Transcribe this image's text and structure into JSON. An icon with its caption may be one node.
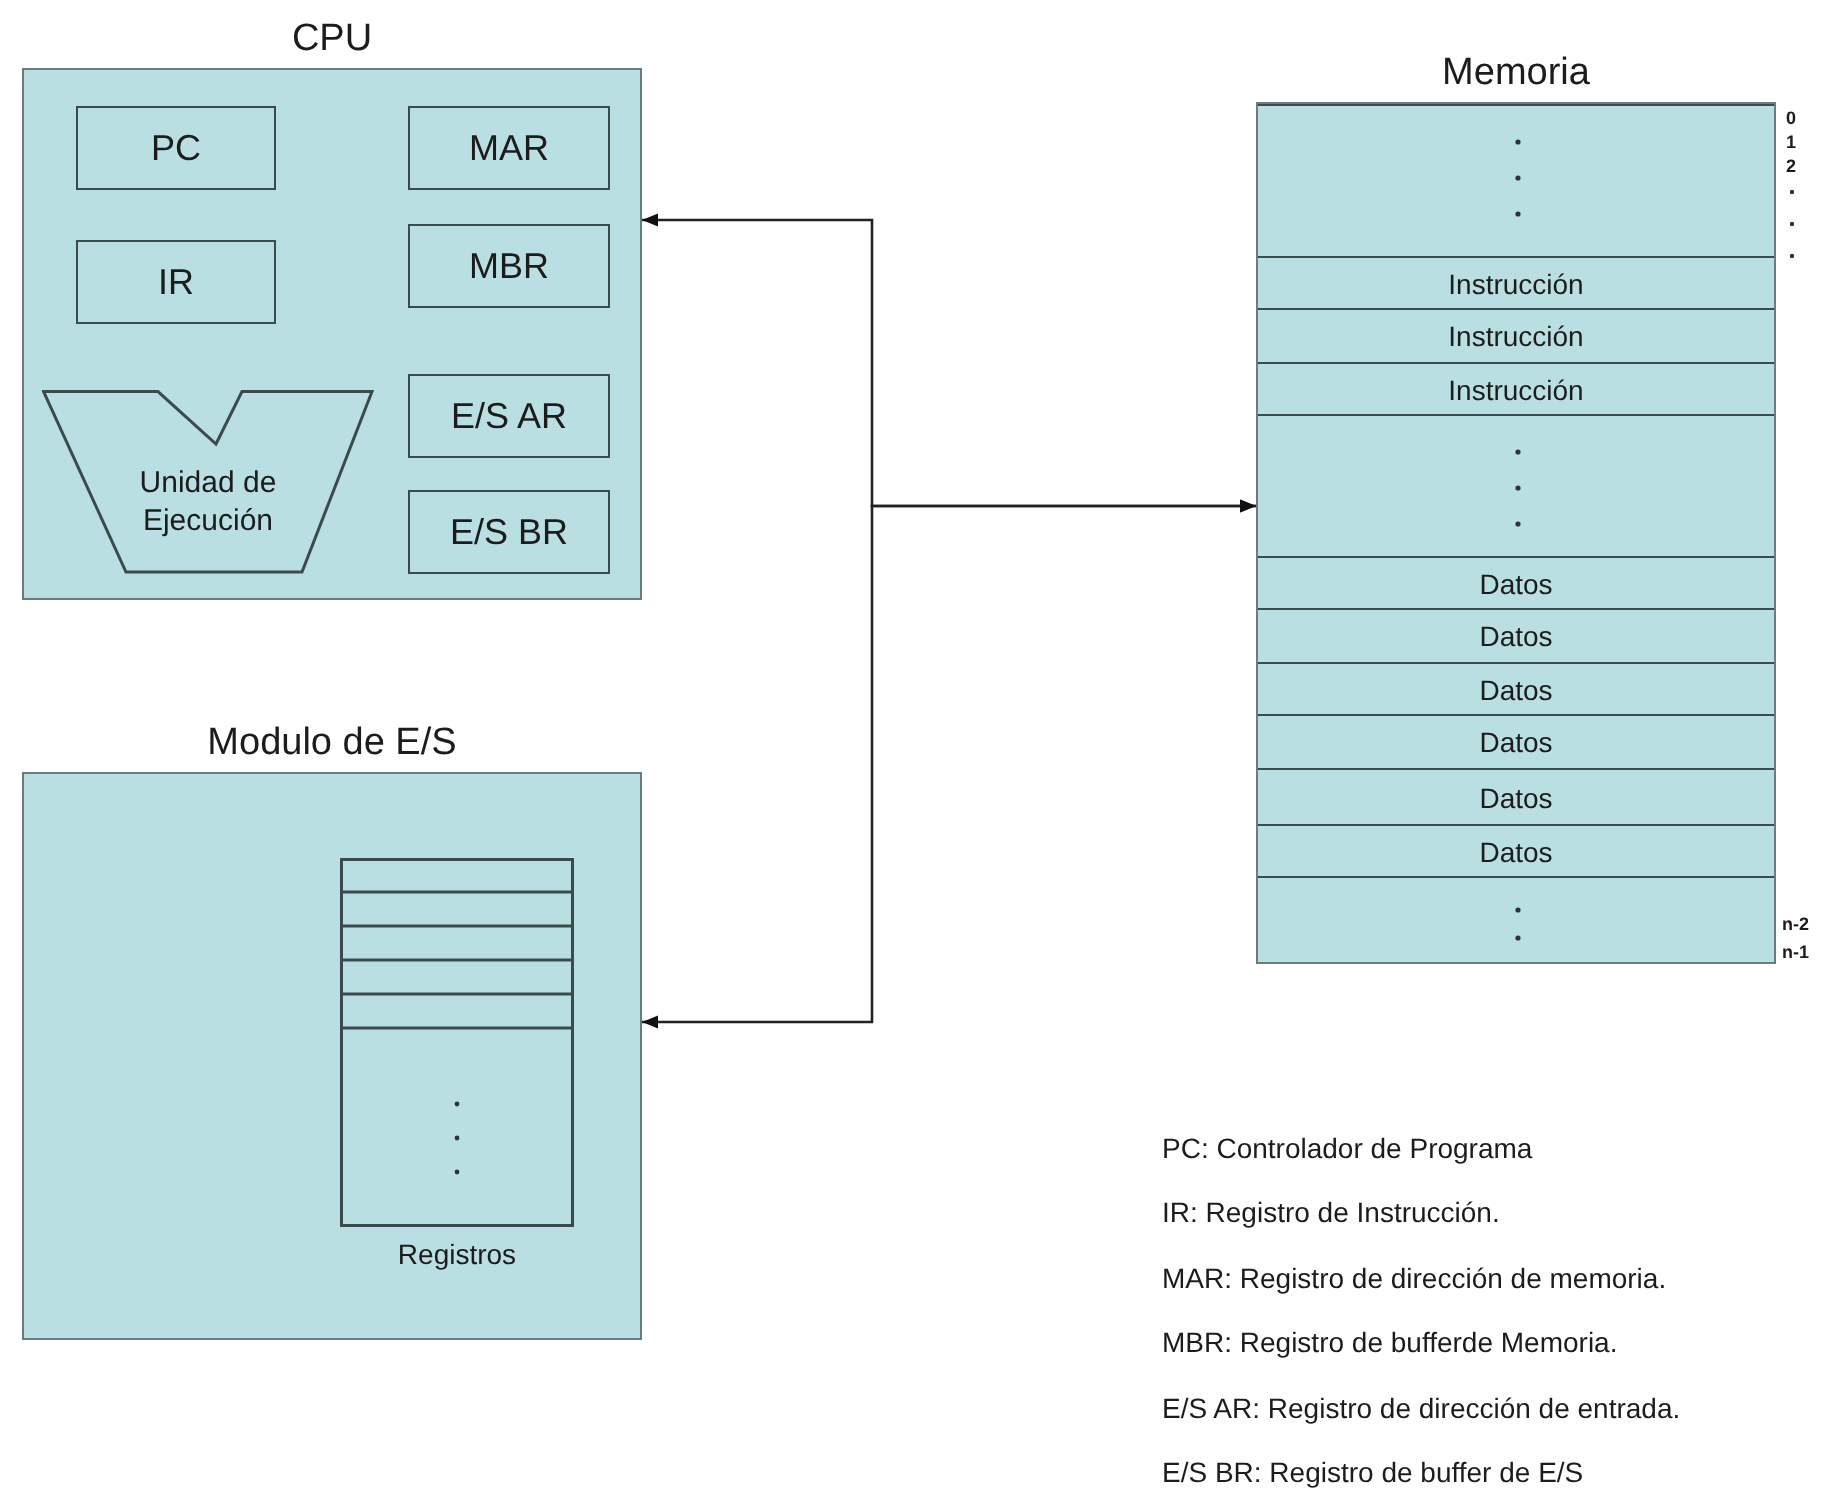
{
  "diagram": {
    "nodes": [
      {
        "text": [
          "CPU"
        ]
      },
      {
        "text": [
          "PC"
        ],
        "in": 0
      },
      {
        "text": [
          "MAR"
        ],
        "in": 0
      },
      {
        "text": [
          "IR"
        ],
        "in": 0
      },
      {
        "text": [
          "MBR"
        ],
        "in": 0
      },
      {
        "text": [
          "Unidad de Ejecución"
        ],
        "in": 0
      },
      {
        "text": [
          "E/S AR"
        ],
        "in": 0
      },
      {
        "text": [
          "E/S BR"
        ],
        "in": 0
      },
      {
        "text": [
          "Modulo de E/S"
        ]
      },
      {
        "text": [
          "Registros"
        ],
        "in": 8
      },
      {
        "text": [
          "Memoria"
        ]
      },
      {
        "text": [],
        "shape": "box",
        "in": 10
      },
      {
        "text": [
          "Instrucción"
        ],
        "in": 10
      },
      {
        "text": [
          "Instrucción"
        ],
        "in": 10
      },
      {
        "text": [
          "Instrucción"
        ],
        "in": 10
      },
      {
        "text": [],
        "shape": "box",
        "in": 10
      },
      {
        "text": [
          "Datos"
        ],
        "in": 10
      },
      {
        "text": [
          "Datos"
        ],
        "in": 10
      },
      {
        "text": [
          "Datos"
        ],
        "in": 10
      },
      {
        "text": [
          "Datos"
        ],
        "in": 10
      },
      {
        "text": [
          "Datos"
        ],
        "in": 10
      },
      {
        "text": [
          "Datos"
        ],
        "in": 10
      },
      {
        "text": [],
        "shape": "box",
        "in": 10
      }
    ],
    "edges": [
      {
        "from": 0,
        "to": 10,
        "arrow": "both"
      },
      {
        "from": 8,
        "to": 10,
        "arrow": "both"
      }
    ],
    "labels": [
      "0",
      "1",
      "2",
      "n-2",
      "n-1",
      "PC: Controlador de Programa",
      "IR: Registro de Instrucción.",
      "MAR: Registro de dirección de memoria.",
      "MBR: Registro de bufferde Memoria.",
      "E/S AR: Registro de dirección de entrada.",
      "E/S BR: Registro de buffer de E/S"
    ]
  }
}
